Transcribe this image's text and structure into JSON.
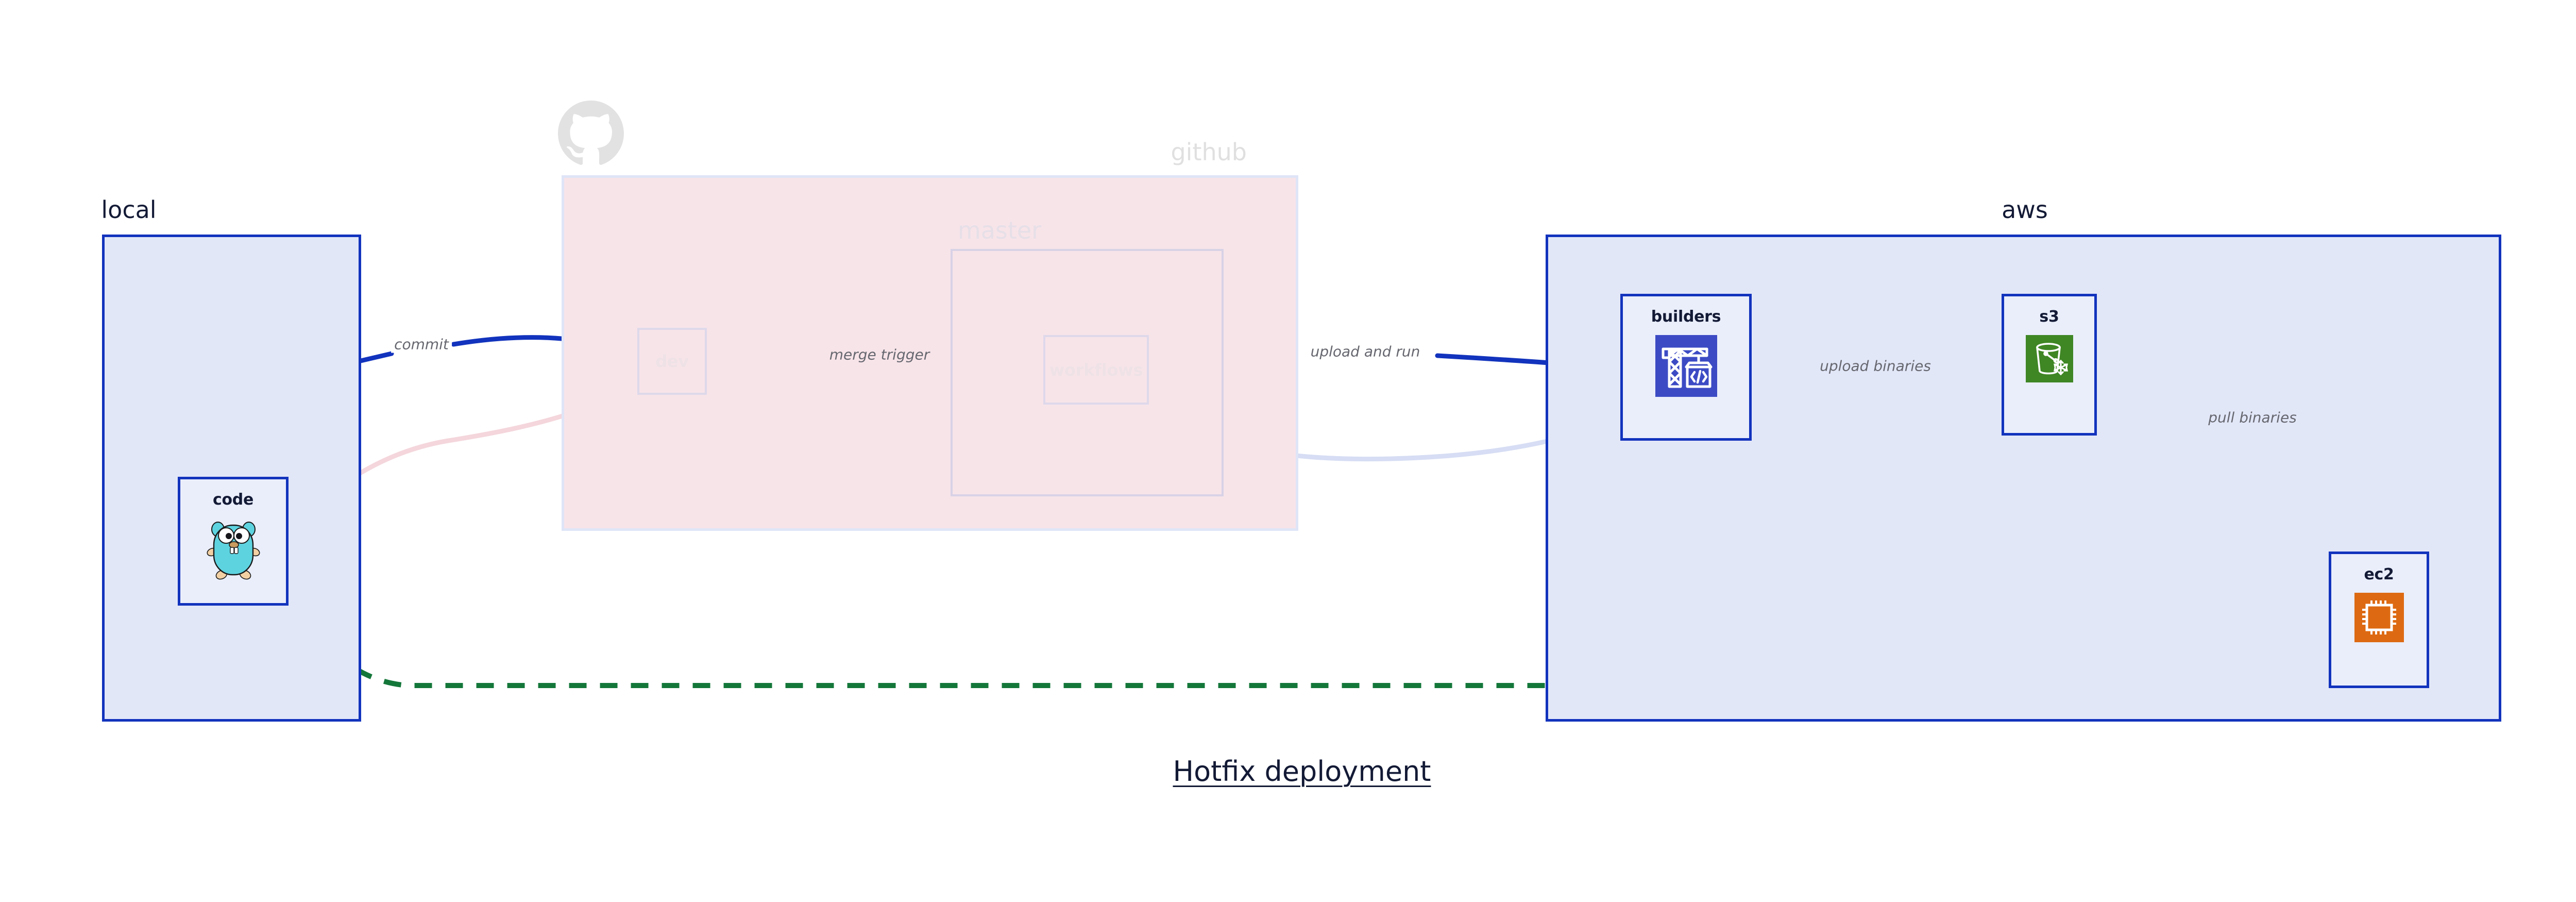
{
  "caption": "Hotfix deployment",
  "colors": {
    "primary_blue": "#1233bd",
    "region_blue_fill": "#e2e7f8",
    "region_pink_fill": "#f7e4e9",
    "node_fill": "#eaeefb",
    "dashed_green": "#14773a",
    "label_gray": "#66676f",
    "text_dark": "#131a35",
    "faded_gray": "#e0e0e0",
    "builders_icon_bg": "#3c4bc4",
    "s3_icon_bg": "#3f8624",
    "ec2_icon_bg": "#dd6a12",
    "gopher_body": "#5ed3e0"
  },
  "regions": [
    {
      "key": "local",
      "title": "local",
      "faded": false
    },
    {
      "key": "github",
      "title": "github",
      "faded": true
    },
    {
      "key": "master",
      "title": "master",
      "faded": true
    },
    {
      "key": "aws",
      "title": "aws",
      "faded": false
    }
  ],
  "nodes": [
    {
      "key": "code",
      "label": "code",
      "icon": "go-gopher-icon",
      "faded": false
    },
    {
      "key": "dev",
      "label": "dev",
      "icon": "none",
      "faded": true
    },
    {
      "key": "workflows",
      "label": "workflows",
      "icon": "none",
      "faded": true
    },
    {
      "key": "builders",
      "label": "builders",
      "icon": "crane-code-icon",
      "faded": false
    },
    {
      "key": "s3",
      "label": "s3",
      "icon": "bucket-snowflake-icon",
      "faded": false
    },
    {
      "key": "ec2",
      "label": "ec2",
      "icon": "cpu-chip-icon",
      "faded": false
    }
  ],
  "edges": [
    {
      "key": "commit",
      "label": "commit",
      "from": "code",
      "to": "dev",
      "style": "solid-blue",
      "faded": false
    },
    {
      "key": "merge-trigger",
      "label": "merge trigger",
      "from": "dev",
      "to": "workflows",
      "style": "solid-blue",
      "faded": false
    },
    {
      "key": "upload-and-run",
      "label": "upload and run",
      "from": "workflows",
      "to": "builders",
      "style": "solid-blue",
      "faded": false
    },
    {
      "key": "upload-binaries",
      "label": "upload binaries",
      "from": "builders",
      "to": "s3",
      "style": "solid-blue",
      "faded": false
    },
    {
      "key": "pull-binaries",
      "label": "pull binaries",
      "from": "s3",
      "to": "ec2",
      "style": "solid-blue",
      "faded": false
    },
    {
      "key": "hotfix-direct",
      "label": "",
      "from": "code",
      "to": "ec2",
      "style": "dashed-green",
      "faded": false
    },
    {
      "key": "faded-code-dev",
      "label": "",
      "from": "code",
      "to": "dev",
      "style": "faded-pink",
      "faded": true
    },
    {
      "key": "faded-dev-wf",
      "label": "",
      "from": "dev",
      "to": "workflows",
      "style": "faded-purple",
      "faded": true
    },
    {
      "key": "faded-wf-build",
      "label": "",
      "from": "workflows",
      "to": "builders",
      "style": "faded-blue",
      "faded": true
    }
  ],
  "edge_labels": {
    "commit": "commit",
    "merge_trigger": "merge trigger",
    "upload_and_run": "upload and run",
    "upload_binaries": "upload binaries",
    "pull_binaries": "pull binaries"
  },
  "icons": {
    "github_logo": "github-octocat-icon",
    "code": "go-gopher-icon",
    "builders": "crane-code-icon",
    "s3": "bucket-snowflake-icon",
    "ec2": "cpu-chip-icon"
  }
}
